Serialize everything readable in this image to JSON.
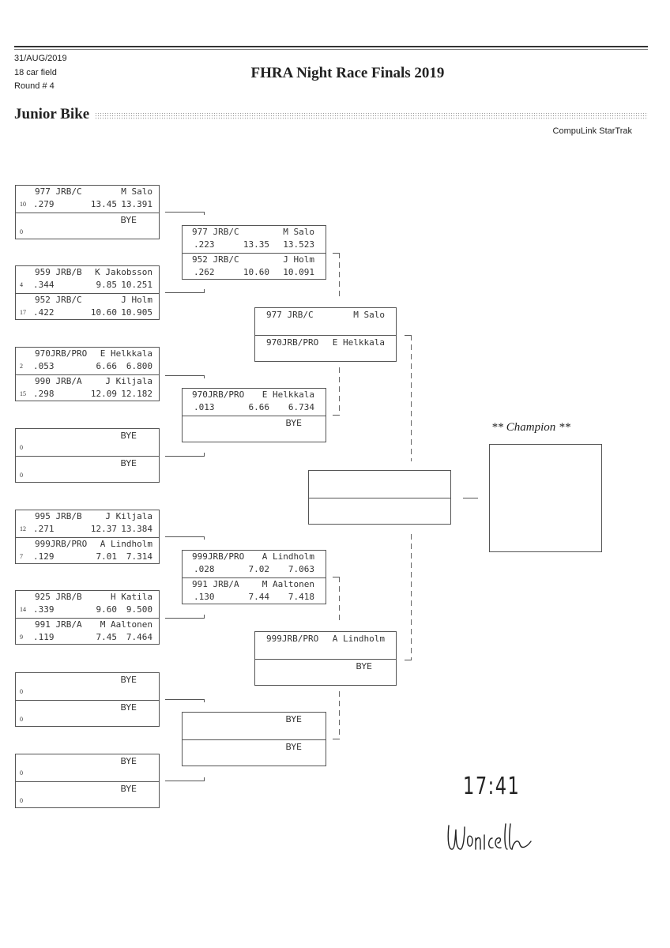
{
  "header": {
    "date": "31/AUG/2019",
    "field": "18 car field",
    "round": "Round # 4",
    "title": "FHRA Night Race Finals 2019",
    "class_name": "Junior Bike",
    "system": "CompuLink StarTrak"
  },
  "round1": [
    {
      "top": {
        "car": "977 JRB/C",
        "name": "M Salo",
        "seed": "10",
        "rt": ".279",
        "et": "13.45",
        "mph": "13.391"
      },
      "bottom": {
        "bye": "BYE",
        "seed": "0"
      }
    },
    {
      "top": {
        "car": "959 JRB/B",
        "name": "K Jakobsson",
        "seed": "4",
        "rt": ".344",
        "et": "9.85",
        "mph": "10.251"
      },
      "bottom": {
        "car": "952 JRB/C",
        "name": "J Holm",
        "seed": "17",
        "rt": ".422",
        "et": "10.60",
        "mph": "10.905"
      }
    },
    {
      "top": {
        "car": "970JRB/PRO",
        "name": "E Helkkala",
        "seed": "2",
        "rt": ".053",
        "et": "6.66",
        "mph": "6.800"
      },
      "bottom": {
        "car": "990 JRB/A",
        "name": "J Kiljala",
        "seed": "15",
        "rt": ".298",
        "et": "12.09",
        "mph": "12.182"
      }
    },
    {
      "top": {
        "bye": "BYE",
        "seed": "0"
      },
      "bottom": {
        "bye": "BYE",
        "seed": "0"
      }
    },
    {
      "top": {
        "car": "995 JRB/B",
        "name": "J Kiljala",
        "seed": "12",
        "rt": ".271",
        "et": "12.37",
        "mph": "13.384"
      },
      "bottom": {
        "car": "999JRB/PRO",
        "name": "A Lindholm",
        "seed": "7",
        "rt": ".129",
        "et": "7.01",
        "mph": "7.314"
      }
    },
    {
      "top": {
        "car": "925 JRB/B",
        "name": "H Katila",
        "seed": "14",
        "rt": ".339",
        "et": "9.60",
        "mph": "9.500"
      },
      "bottom": {
        "car": "991 JRB/A",
        "name": "M Aaltonen",
        "seed": "9",
        "rt": ".119",
        "et": "7.45",
        "mph": "7.464"
      }
    },
    {
      "top": {
        "bye": "BYE",
        "seed": "0"
      },
      "bottom": {
        "bye": "BYE",
        "seed": "0"
      }
    },
    {
      "top": {
        "bye": "BYE",
        "seed": "0"
      },
      "bottom": {
        "bye": "BYE",
        "seed": "0"
      }
    }
  ],
  "round2": [
    {
      "top": {
        "car": "977 JRB/C",
        "name": "M Salo",
        "rt": ".223",
        "et": "13.35",
        "mph": "13.523"
      },
      "bottom": {
        "car": "952 JRB/C",
        "name": "J Holm",
        "rt": ".262",
        "et": "10.60",
        "mph": "10.091"
      }
    },
    {
      "top": {
        "car": "970JRB/PRO",
        "name": "E Helkkala",
        "rt": ".013",
        "et": "6.66",
        "mph": "6.734"
      },
      "bottom": {
        "bye": "BYE"
      }
    },
    {
      "top": {
        "car": "999JRB/PRO",
        "name": "A Lindholm",
        "rt": ".028",
        "et": "7.02",
        "mph": "7.063"
      },
      "bottom": {
        "car": "991 JRB/A",
        "name": "M Aaltonen",
        "rt": ".130",
        "et": "7.44",
        "mph": "7.418"
      }
    },
    {
      "top": {
        "bye": "BYE"
      },
      "bottom": {
        "bye": "BYE"
      }
    }
  ],
  "round3": [
    {
      "top": {
        "car": "977 JRB/C",
        "name": "M Salo"
      },
      "bottom": {
        "car": "970JRB/PRO",
        "name": "E Helkkala"
      }
    },
    {
      "top": {
        "car": "999JRB/PRO",
        "name": "A Lindholm"
      },
      "bottom": {
        "bye": "BYE"
      }
    }
  ],
  "champion": {
    "label": "** Champion **"
  },
  "handwriting": {
    "time_note": "17:41",
    "signature": "signature"
  }
}
